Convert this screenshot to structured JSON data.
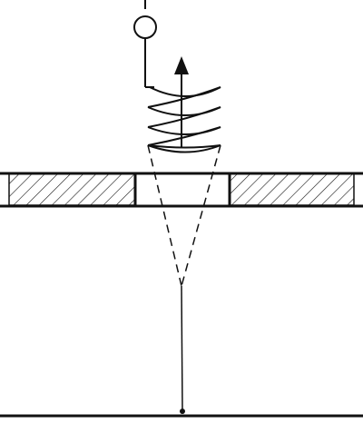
{
  "colors": {
    "stroke": "#111111",
    "background": "#ffffff"
  },
  "components": {
    "source": "gauge-icon",
    "wavefronts": "arc-wavefronts",
    "direction": "upward-arrow",
    "barrier": "hatched-plate",
    "opening": "aperture",
    "beam": "dashed-cone",
    "line": "vertical-line",
    "base": "ground-line"
  }
}
